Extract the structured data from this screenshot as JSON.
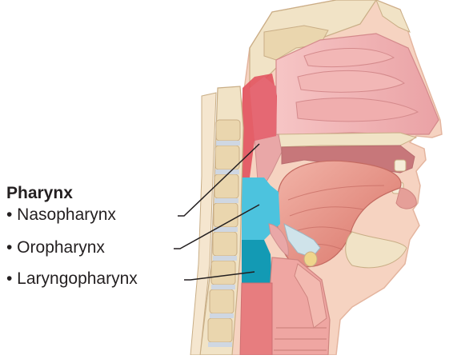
{
  "legend": {
    "title": "Pharynx",
    "items": [
      {
        "label": "• Nasopharynx",
        "color": "#e2525e"
      },
      {
        "label": "• Oropharynx",
        "color": "#4cc3de"
      },
      {
        "label": "• Laryngopharynx",
        "color": "#139ab4"
      }
    ]
  },
  "colors": {
    "skin": "#f6d3c1",
    "tissue": "#efa6a2",
    "bone": "#f1e3c6",
    "bone_edge": "#c9ae86",
    "muscle": "#d97f74",
    "spine_disc": "#cfd7e2",
    "leader": "#231f20"
  }
}
